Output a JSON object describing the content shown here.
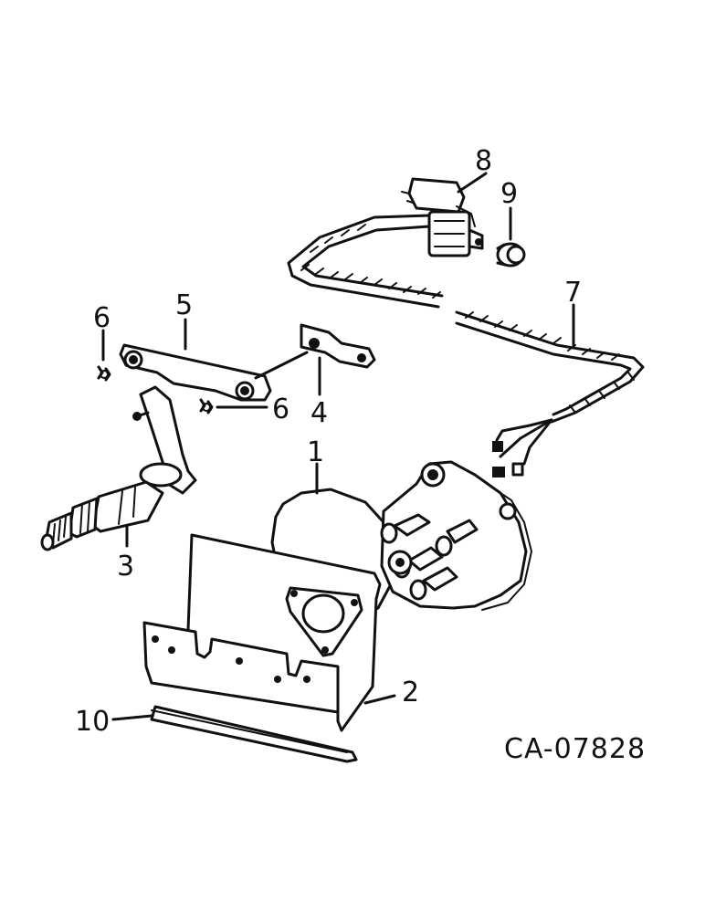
{
  "diagram": {
    "reference": "CA-07828",
    "callouts": {
      "c1": "1",
      "c2": "2",
      "c3": "3",
      "c4": "4",
      "c5": "5",
      "c6a": "6",
      "c6b": "6",
      "c7": "7",
      "c8": "8",
      "c9": "9",
      "c10": "10"
    }
  }
}
